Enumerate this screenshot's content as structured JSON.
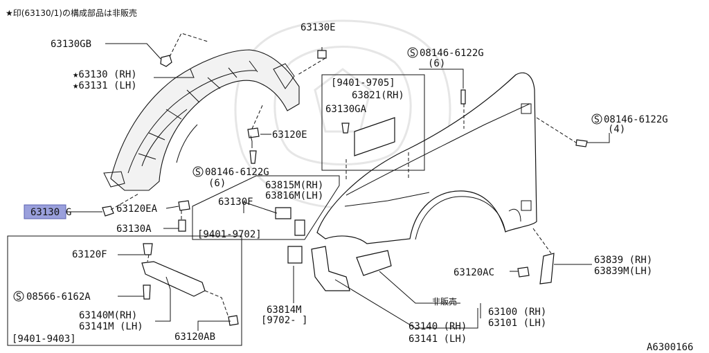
{
  "diagram_id": "A6300166",
  "note": "★印(63130/1)の構成部品は非販売",
  "labels": {
    "gb": "63130GB",
    "e_top": "63130E",
    "main_rh": "★63130 (RH)",
    "main_lh": "★63131 (LH)",
    "e120": "63120E",
    "screw1_part": "08146-6122G",
    "screw1_qty": "(6)",
    "sel_range": "[9401-9705]",
    "rh_821": "63821(RH)",
    "ga": "63130GA",
    "screw_top_part": "08146-6122G",
    "screw_top_qty": "(6)",
    "screw_right_part": "08146-6122G",
    "screw_right_qty": "(4)",
    "m815": "63815M(RH)",
    "m816": "63816M(LH)",
    "f130": "63130F",
    "range_9702": "[9401-9702]",
    "g130_highlight": "63130",
    "g130_suffix": "G",
    "ea120": "63120EA",
    "a130": "63130A",
    "f120": "63120F",
    "screw_box_part": "08566-6162A",
    "m140": "63140M(RH)",
    "m141": "63141M (LH)",
    "box_range": "[9401-9403]",
    "ab120": "63120AB",
    "m814": "63814M",
    "range_9702_end": "[9702-    ]",
    "ac120": "63120AC",
    "m839": "63839 (RH)",
    "m839m": "63839M(LH)",
    "not_for_sale": "非販売",
    "p100": "63100 (RH)",
    "p101": "63101 (LH)",
    "p140": "63140 (RH)",
    "p141": "63141 (LH)",
    "circle_s": "S"
  },
  "colors": {
    "highlight": "#9aa0dc"
  }
}
